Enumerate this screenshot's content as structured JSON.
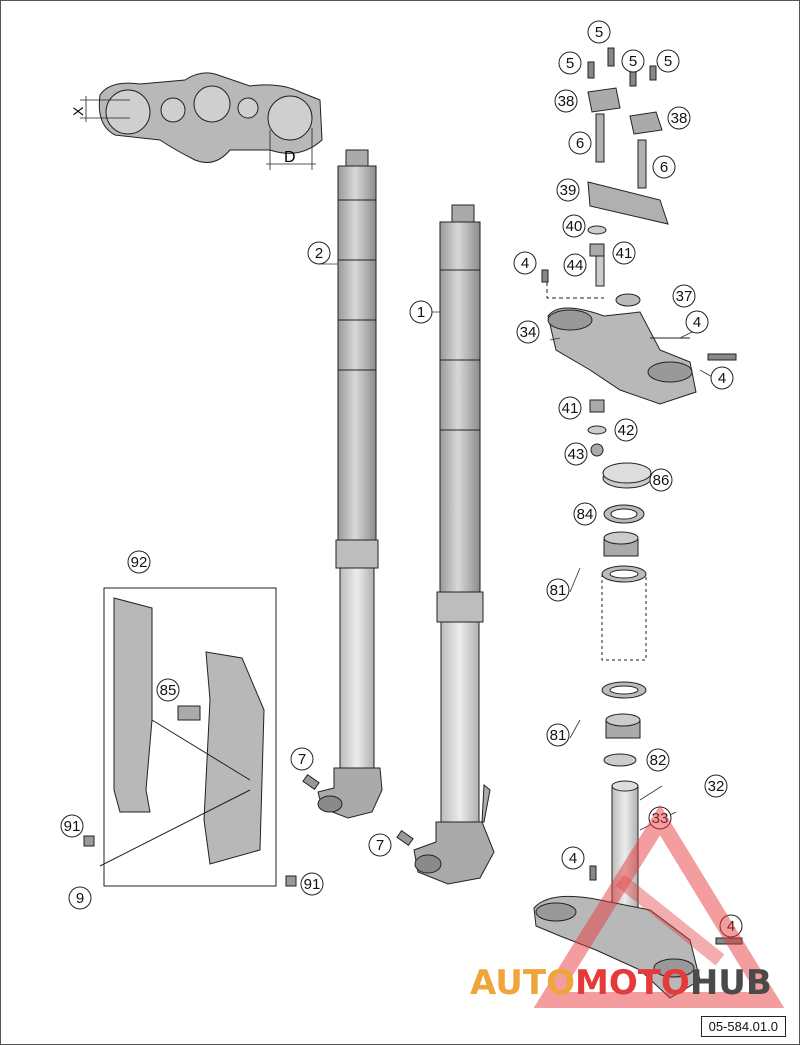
{
  "callouts": [
    "1",
    "2",
    "4",
    "4",
    "4",
    "4",
    "4",
    "5",
    "5",
    "5",
    "5",
    "6",
    "6",
    "7",
    "7",
    "9",
    "32",
    "33",
    "34",
    "37",
    "38",
    "38",
    "39",
    "40",
    "41",
    "41",
    "42",
    "43",
    "44",
    "81",
    "81",
    "82",
    "84",
    "85",
    "86",
    "91",
    "91",
    "92"
  ],
  "dims": {
    "x": "X",
    "d": "D"
  },
  "ref": "05-584.01.0",
  "watermark": {
    "part1": "AUTO",
    "part2": "MOTO",
    "part3": "HUB"
  },
  "colors": {
    "part_fill": "#b8b8b8",
    "part_dark": "#8a8a8a",
    "line": "#222222",
    "logo_red": "#e5393a",
    "logo_orange": "#f0a53a",
    "logo_grey": "#4a4a4a"
  }
}
